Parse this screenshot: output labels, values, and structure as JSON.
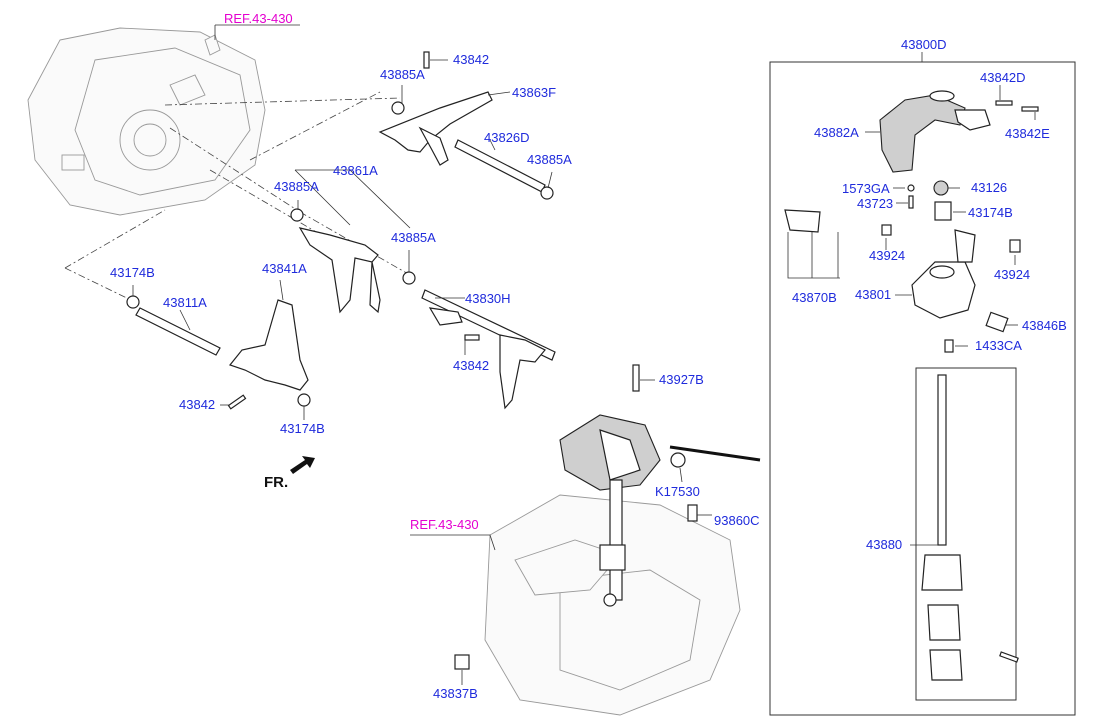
{
  "labels": {
    "ref_top": "REF.43-430",
    "ref_bottom": "REF.43-430",
    "p43842_top": "43842",
    "p43885A_1": "43885A",
    "p43863F": "43863F",
    "p43826D": "43826D",
    "p43885A_2": "43885A",
    "p43885A_3": "43885A",
    "p43861A": "43861A",
    "p43885A_4": "43885A",
    "p43830H": "43830H",
    "p43842_mid": "43842",
    "p43174B_left": "43174B",
    "p43841A": "43841A",
    "p43811A": "43811A",
    "p43842_left": "43842",
    "p43174B_low": "43174B",
    "fr": "FR.",
    "p43927B": "43927B",
    "pK17530": "K17530",
    "p93860C": "93860C",
    "p43837B": "43837B",
    "p43800D": "43800D",
    "p43842D": "43842D",
    "p43882A": "43882A",
    "p43842E": "43842E",
    "p1573GA": "1573GA",
    "p43126": "43126",
    "p43723": "43723",
    "p43174B_r": "43174B",
    "p43924_l": "43924",
    "p43924_r": "43924",
    "p43870B": "43870B",
    "p43801": "43801",
    "p43846B": "43846B",
    "p1433CA": "1433CA",
    "p43880": "43880"
  },
  "colors": {
    "part_label": "#1f2bdc",
    "reference_label": "#e400d0",
    "line": "#222222"
  },
  "icons": {
    "front_arrow": "arrow-icon"
  }
}
